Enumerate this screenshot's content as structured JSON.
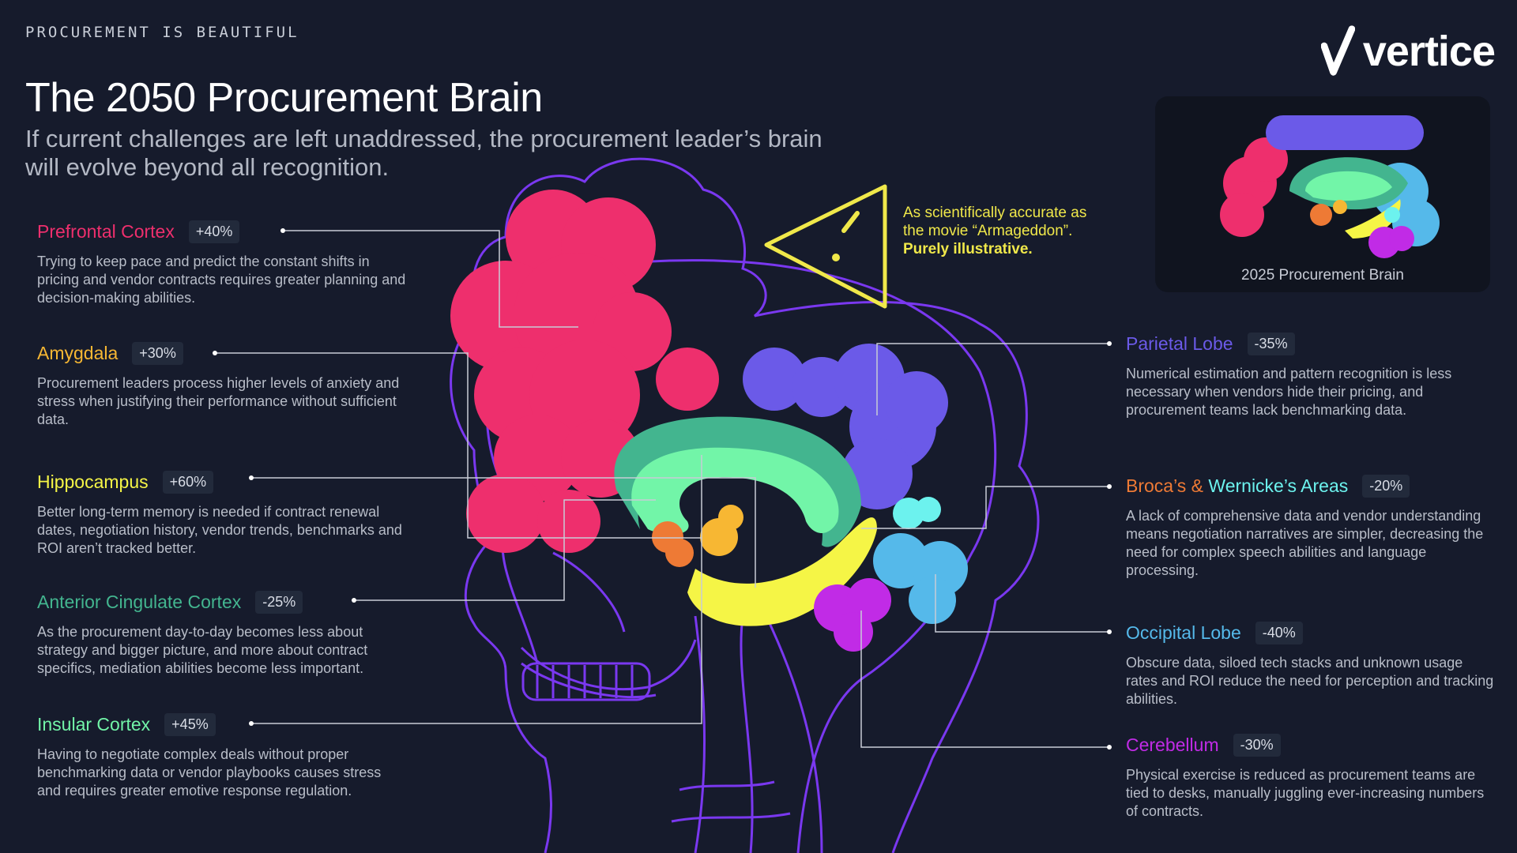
{
  "header": {
    "eyebrow": "PROCUREMENT IS BEAUTIFUL",
    "title": "The 2050 Procurement Brain",
    "subtitle": "If current challenges are left unaddressed, the procurement leader’s brain will evolve beyond all recognition."
  },
  "logo": {
    "wordmark": "vertice"
  },
  "warning": {
    "icon": "warning-triangle-icon",
    "text": "As scientifically accurate as the movie “Armageddon”.",
    "bold": "Purely illustrative."
  },
  "mini_card": {
    "caption": "2025 Procurement Brain"
  },
  "colors": {
    "background": "#161b2c",
    "prefrontal": "#ee2f6d",
    "amygdala": "#f7b733",
    "hippocampus": "#f5f546",
    "anterior_cingulate": "#43b58f",
    "insular": "#72f5a8",
    "parietal": "#6b5ae8",
    "broca": "#ee7a35",
    "wernicke": "#6cf2ee",
    "occipital": "#55b9ea",
    "cerebellum": "#c12be6",
    "outline": "#7a38f0"
  },
  "left_regions": [
    {
      "name": "Prefrontal Cortex",
      "pct": "+40%",
      "desc": "Trying to keep pace and predict the constant shifts in pricing and vendor contracts requires greater planning and decision-making abilities."
    },
    {
      "name": "Amygdala",
      "pct": "+30%",
      "desc": "Procurement leaders process higher levels of anxiety and stress when justifying their performance without sufficient data."
    },
    {
      "name": "Hippocampus",
      "pct": "+60%",
      "desc": "Better long-term memory is needed if contract renewal dates, negotiation history, vendor trends, benchmarks and ROI aren’t tracked better."
    },
    {
      "name": "Anterior Cingulate Cortex",
      "pct": "-25%",
      "desc": "As the procurement day-to-day becomes less about strategy and bigger picture, and more about contract specifics, mediation abilities become less important."
    },
    {
      "name": "Insular Cortex",
      "pct": "+45%",
      "desc": "Having to negotiate complex deals without proper benchmarking data or vendor playbooks causes stress and requires greater emotive response regulation."
    }
  ],
  "right_regions": [
    {
      "name": "Parietal Lobe",
      "pct": "-35%",
      "desc": "Numerical estimation and pattern recognition is less necessary when vendors hide their pricing, and procurement teams lack benchmarking data."
    },
    {
      "name": "Broca’s &",
      "name2": "Wernicke’s Areas",
      "pct": "-20%",
      "desc": "A lack of comprehensive data and vendor understanding means negotiation narratives are simpler, decreasing the need for complex speech abilities and language processing."
    },
    {
      "name": "Occipital Lobe",
      "pct": "-40%",
      "desc": "Obscure data, siloed tech stacks and unknown usage rates and ROI reduce the need for perception and tracking abilities."
    },
    {
      "name": "Cerebellum",
      "pct": "-30%",
      "desc": "Physical exercise is reduced as procurement teams are tied to desks, manually juggling ever-increasing numbers of contracts."
    }
  ]
}
